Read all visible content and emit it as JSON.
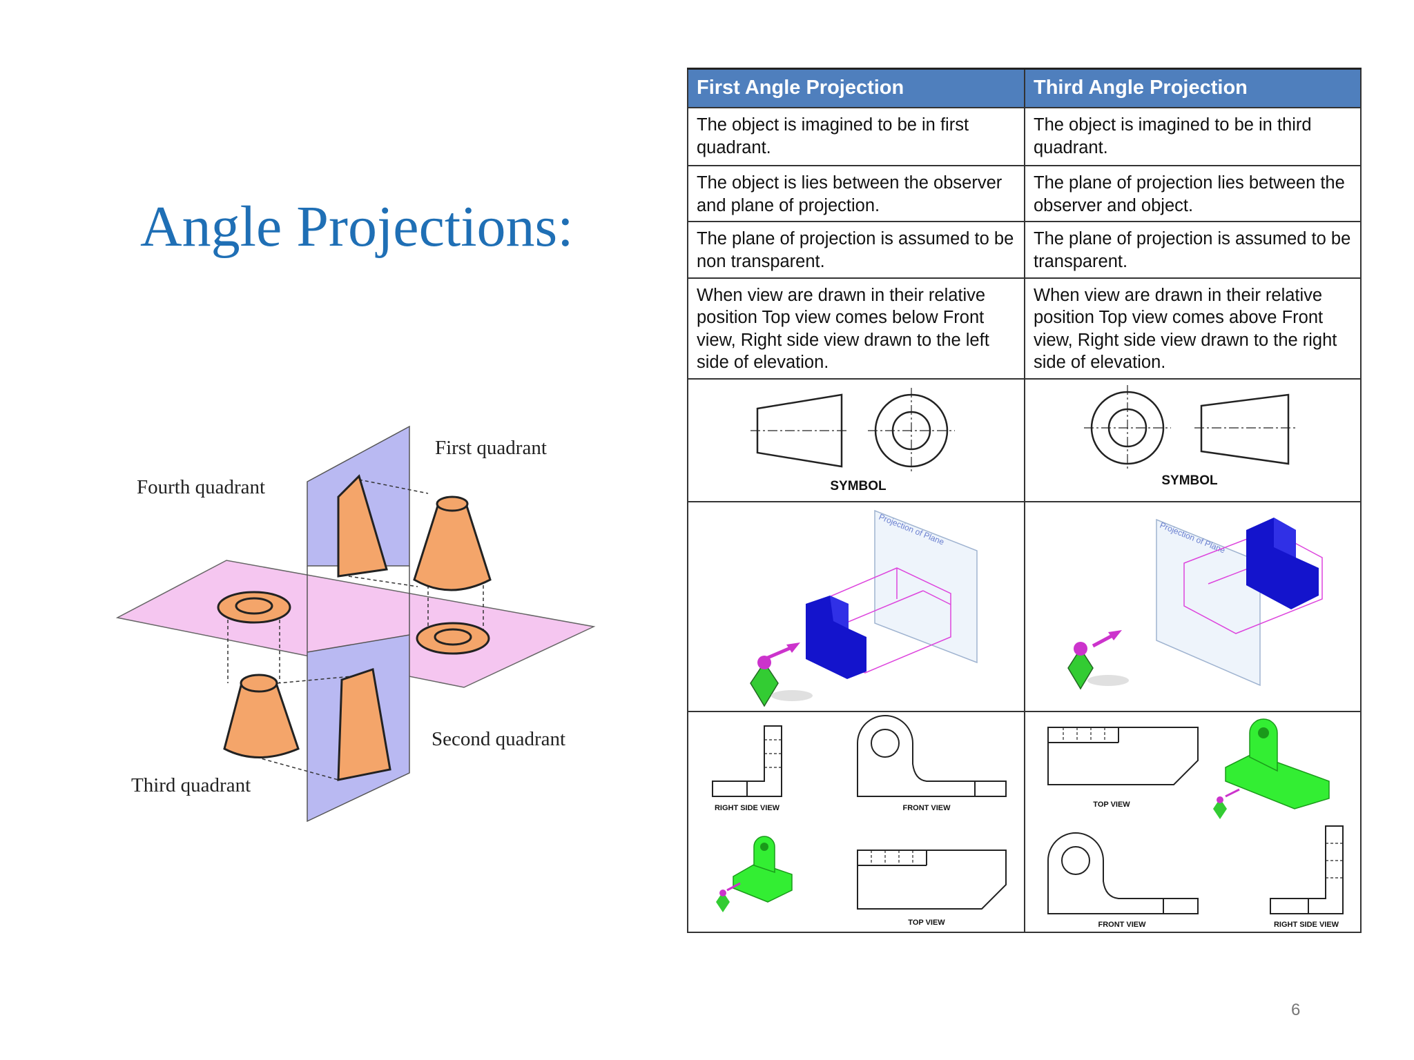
{
  "slide": {
    "title": "Angle Projections:",
    "page_number": "6"
  },
  "quadrant_figure": {
    "labels": {
      "first": "First quadrant",
      "second": "Second quadrant",
      "third": "Third quadrant",
      "fourth": "Fourth quadrant"
    },
    "colors": {
      "vertical_plane": "#b9b9f2",
      "horizontal_plane": "#f5c6f0",
      "object_fill": "#f4a56a"
    }
  },
  "table": {
    "header_color": "#4f7fbd",
    "headers": [
      "First Angle Projection",
      "Third Angle Projection"
    ],
    "rows": [
      [
        "The object is imagined to be in first quadrant.",
        "The object is imagined to be in third quadrant."
      ],
      [
        "The object is lies between the observer and plane of projection.",
        "The plane of projection lies between the observer and object."
      ],
      [
        "The plane of projection is assumed to be non transparent.",
        "The plane of projection is assumed to be transparent."
      ],
      [
        "When view are drawn in their relative position Top view comes below Front view, Right side view drawn to the left side of elevation.",
        "When view are drawn in their relative position Top view comes above Front view, Right side view drawn to the right side of elevation."
      ]
    ],
    "symbol_label": "SYMBOL",
    "plane_label": "Projection of Plane",
    "view_labels": {
      "right_side": "RIGHT SIDE VIEW",
      "front": "FRONT VIEW",
      "top": "TOP VIEW"
    },
    "colors": {
      "block": "#1010c8",
      "part": "#33ee33",
      "eye": "#cc33cc",
      "projector_lines": "#dd44dd"
    }
  }
}
